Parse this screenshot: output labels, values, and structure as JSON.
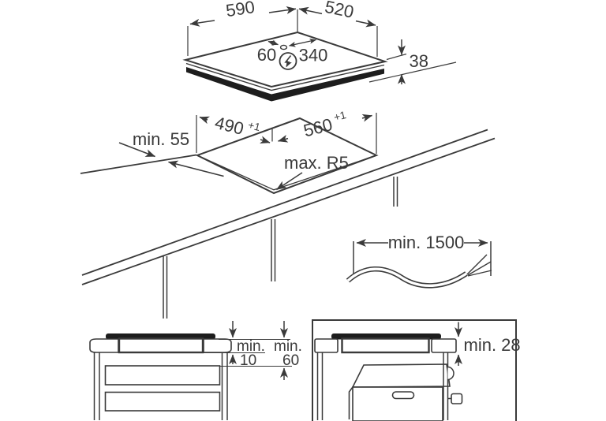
{
  "hob": {
    "width": "590",
    "depth": "520",
    "height": "38",
    "power_offset_left": "60",
    "power_offset_right": "340",
    "power_icon": "lightning-bolt-circle"
  },
  "cutout": {
    "depth": "490",
    "depth_tol": "+1",
    "width": "560",
    "width_tol": "+1",
    "edge_clearance": "min. 55",
    "corner_radius": "max. R5"
  },
  "cable": {
    "length": "min. 1500"
  },
  "drawer_clearance": {
    "label_a": "min.",
    "value_a": "10",
    "label_b": "min.",
    "value_b": "60"
  },
  "oven_clearance": {
    "value": "min. 28"
  },
  "colors": {
    "line": "#3a3a3a",
    "dark_fill": "#1d1d1d",
    "background": "#ffffff"
  }
}
